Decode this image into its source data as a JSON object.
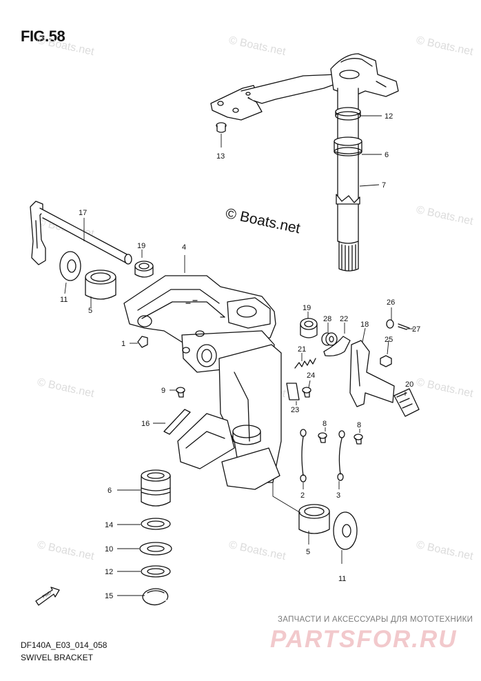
{
  "figure_title": "FIG.58",
  "diagram_code": "DF140A_E03_014_058",
  "diagram_name": "SWIVEL BRACKET",
  "watermark_main": "© Boats.net",
  "watermark_faint": "© Boats.net",
  "shop_tagline": "ЗАПЧАСТИ И АКСЕССУАРЫ ДЛЯ МОТОТЕХНИКИ",
  "shop_logo": "PARTSFOR.RU",
  "fwd_arrow_label": "FWD",
  "callouts": {
    "c12": "12",
    "c6_top": "6",
    "c7": "7",
    "c13": "13",
    "c17": "17",
    "c19_left": "19",
    "c4": "4",
    "c11_left": "11",
    "c5_left": "5",
    "c1": "1",
    "c9": "9",
    "c16": "16",
    "c19_right": "19",
    "c28": "28",
    "c22": "22",
    "c26": "26",
    "c27": "27",
    "c18": "18",
    "c25": "25",
    "c21": "21",
    "c24": "24",
    "c20": "20",
    "c23": "23",
    "c8_a": "8",
    "c8_b": "8",
    "c2": "2",
    "c3": "3",
    "c6_low": "6",
    "c14": "14",
    "c10": "10",
    "c12_low": "12",
    "c15": "15",
    "c5_low": "5",
    "c11_low": "11"
  }
}
